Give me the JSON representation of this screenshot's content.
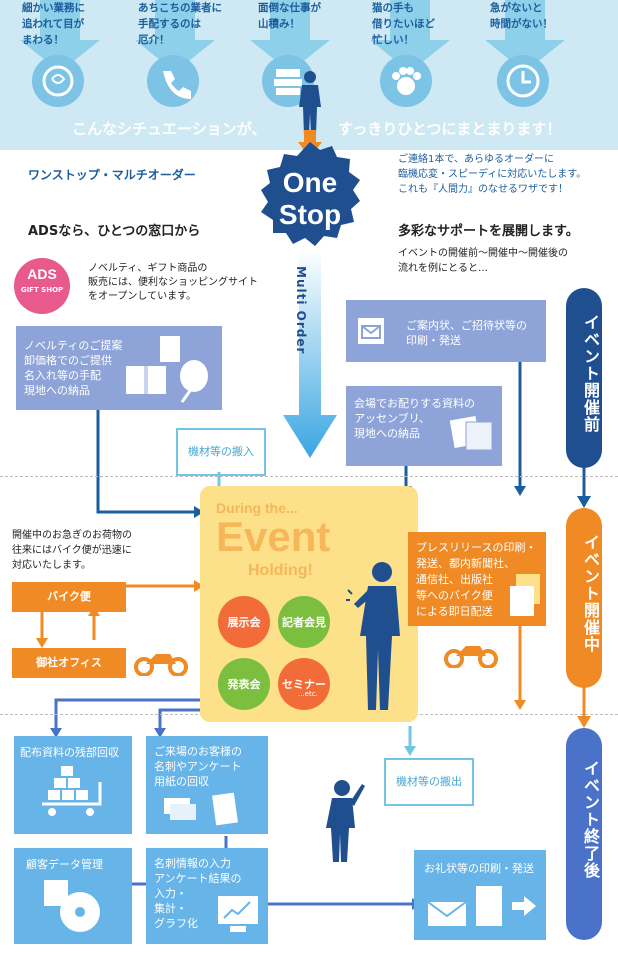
{
  "top": {
    "pain_points": [
      "細かい業務に\n追われて目が\nまわる！",
      "あちこちの業者に\n手配するのは\n厄介！",
      "面倒な仕事が\n山積み！",
      "猫の手も\n借りたいほど\n忙しい！",
      "急がないと\n時間がない！"
    ],
    "headline_left": "こんなシチュエーションが、",
    "headline_right": "すっきりひとつにまとまります！"
  },
  "onestop": {
    "label_left": "ワンストップ・マルチオーダー",
    "badge_line1": "One",
    "badge_line2": "Stop",
    "multi_order": "Multi Order",
    "desc": "ご連絡1本で、あらゆるオーダーに\n臨機応変・スピーディに対応いたします。\nこれも『人間力』のなせるワザです！"
  },
  "intro": {
    "left_heading": "ADSなら、ひとつの窓口から",
    "right_heading": "多彩なサポートを展開します。",
    "right_sub": "イベントの開催前〜開催中〜開催後の\n流れを例にとると…"
  },
  "gift_shop": {
    "logo_line1": "ADS",
    "logo_line2": "GIFT SHOP",
    "text": "ノベルティ、ギフト商品の\n販売には、便利なショッピングサイト\nをオープンしています。"
  },
  "before": {
    "novelty": "ノベルティのご提案\n卸価格でのご提供\n名入れ等の手配\n現地への納品",
    "invitation": "ご案内状、ご招待状等の\n印刷・発送",
    "materials": "会場でお配りする資料の\nアッセンブリ、\n現地への納品",
    "equipment_in": "機材等の搬入"
  },
  "phases": {
    "before": "イベント開催前",
    "during": "イベント開催中",
    "after": "イベント終了後"
  },
  "event": {
    "line1": "During the...",
    "line2": "Event",
    "line3": "Holding!",
    "circles": [
      "展示会",
      "記者会見",
      "発表会",
      "セミナー"
    ],
    "etc": "...etc."
  },
  "during": {
    "bike_note": "開催中のお急ぎのお荷物の\n往来にはバイク便が迅速に\n対応いたします。",
    "bike": "バイク便",
    "office": "御社オフィス",
    "press": "プレスリリースの印刷・\n発送、都内新聞社、\n通信社、出版社\n等へのバイク便\nによる即日配送"
  },
  "after": {
    "leftover": "配布資料の残部回収",
    "cards": "ご来場のお客様の\n名刺やアンケート\n用紙の回収",
    "equipment_out": "機材等の搬出",
    "customer_data": "顧客データ管理",
    "card_info": "名刺情報の入力\nアンケート結果の\n入力・\n集計・\nグラフ化",
    "thanks": "お礼状等の印刷・発送"
  }
}
